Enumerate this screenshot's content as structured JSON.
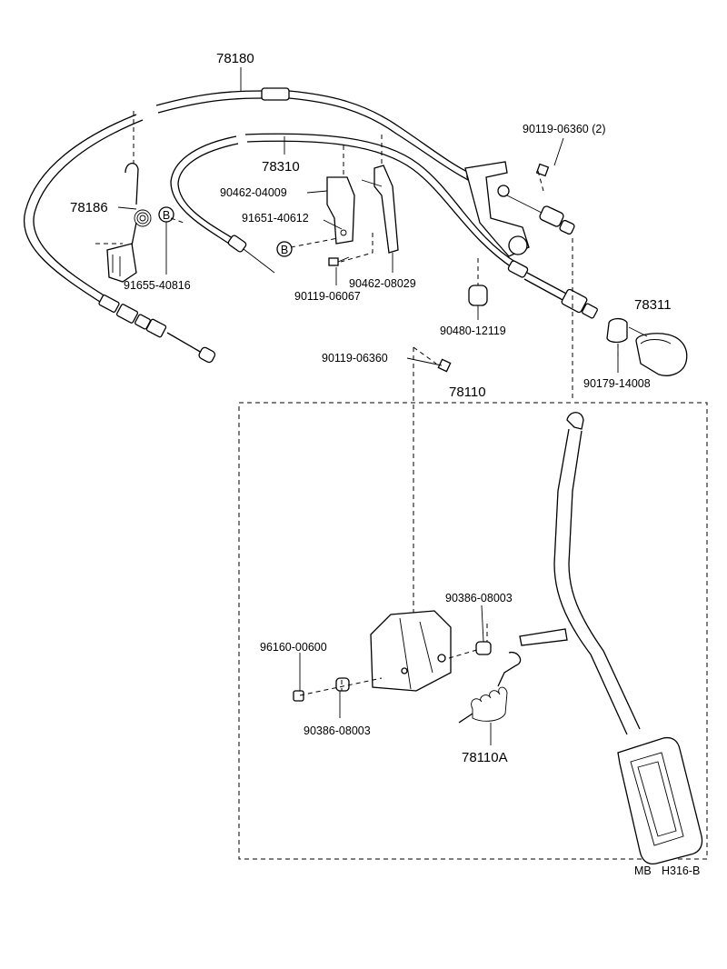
{
  "labels": {
    "l78180": "78180",
    "l78310": "78310",
    "l78186": "78186",
    "l90462_04009": "90462-04009",
    "l91651_40612": "91651-40612",
    "l91655_40816": "91655-40816",
    "l90119_06067": "90119-06067",
    "l90462_08029": "90462-08029",
    "l90119_06360_2": "90119-06360 (2)",
    "l90480_12119": "90480-12119",
    "l78311": "78311",
    "l90119_06360": "90119-06360",
    "l90179_14008": "90179-14008",
    "l78110": "78110",
    "l90386_08003_a": "90386-08003",
    "l96160_00600": "96160-00600",
    "l90386_08003_b": "90386-08003",
    "l78110A": "78110A"
  },
  "markers": {
    "b_marker": "B"
  },
  "footer": {
    "left": "MB",
    "right": "H316-B"
  }
}
